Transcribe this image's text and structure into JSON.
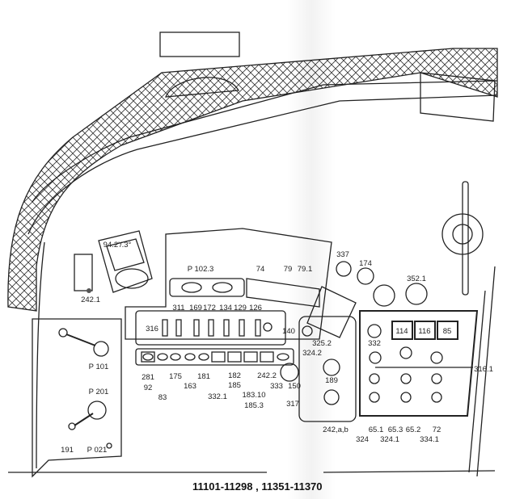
{
  "caption": "11101-11298 , 11351-11370",
  "labels": {
    "l94": "94.2'/.3°",
    "l242_1": "242.1",
    "p102_3": "P 102.3",
    "l74": "74",
    "l79": "79",
    "l79_1": "79.1",
    "l337": "337",
    "l174": "174",
    "l352_1": "352.1",
    "l311": "311",
    "l169": "169",
    "l172": "172",
    "l134": "134",
    "l129": "129",
    "l126": "126",
    "l316": "316",
    "l140": "140",
    "l325_2": "325.2",
    "l332": "332",
    "l324_2": "324.2",
    "l316_1": "316.1",
    "l281": "281",
    "l92": "92",
    "l83": "83",
    "l175": "175",
    "l163": "163",
    "l181": "181",
    "l332_1": "332.1",
    "l182": "182",
    "l185": "185",
    "l183_10": "183.10",
    "l185_3": "185.3",
    "l242_2": "242.2",
    "l333": "333",
    "l150": "150",
    "l189": "189",
    "l317": "317",
    "l242ab": "242,a,b",
    "l65_1": "65.1",
    "l65_3": "65.3",
    "l65_2": "65.2",
    "l72": "72",
    "l324": "324",
    "l324_1": "324.1",
    "l334_1": "334.1",
    "p101": "P 101",
    "p201": "P 201",
    "l191": "191",
    "p021": "P 021",
    "b114": "114",
    "b116": "116",
    "b85": "85"
  }
}
